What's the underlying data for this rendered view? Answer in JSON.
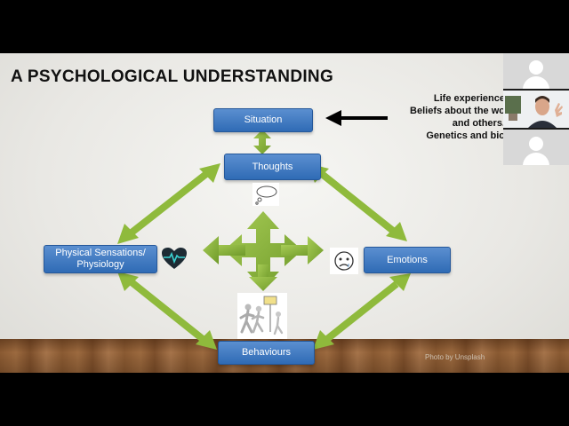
{
  "slide": {
    "title": "A PSYCHOLOGICAL UNDERSTANDING",
    "boxes": {
      "situation": "Situation",
      "thoughts": "Thoughts",
      "physical_line1": "Physical Sensations/",
      "physical_line2": "Physiology",
      "emotions": "Emotions",
      "behaviours": "Behaviours"
    },
    "side_text": {
      "line1": "Life experience",
      "line2": "Beliefs about the wo",
      "line3": "and others.",
      "line4": "Genetics and bio"
    },
    "watermark": "Photo by Unsplash"
  },
  "colors": {
    "box_blue": "#2f6bb5",
    "arrow_green": "#8fba3c",
    "arrow_dark": "#5e8a22"
  },
  "icons": {
    "heart": "heart-pulse-icon",
    "emoji": "worried-face-icon",
    "bubble": "thought-bubble-icon",
    "runners": "runners-finish-line-image"
  }
}
